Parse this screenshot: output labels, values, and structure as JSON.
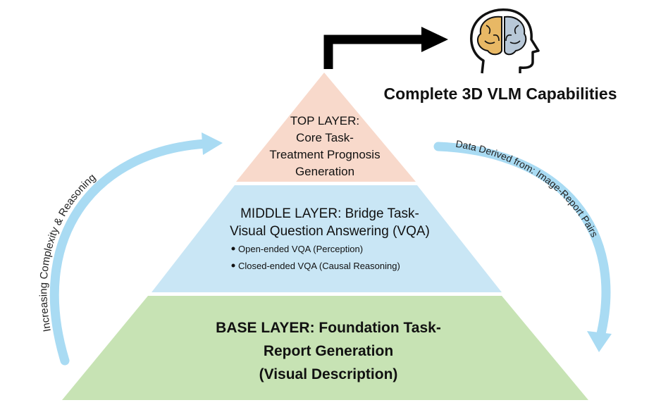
{
  "capability_label": "Complete 3D VLM Capabilities",
  "left_arrow_label": "Increasing Complexity & Reasoning",
  "right_arrow_label": "Data Derived from: Image-Report Pairs",
  "top_layer": {
    "line1": "TOP LAYER:",
    "line2": "Core Task-",
    "line3": "Treatment Prognosis",
    "line4": "Generation"
  },
  "middle_layer": {
    "line1": "MIDDLE LAYER: Bridge Task-",
    "line2": "Visual Question Answering (VQA)",
    "bullets": [
      "Open-ended VQA (Perception)",
      "Closed-ended VQA (Causal Reasoning)"
    ]
  },
  "base_layer": {
    "line1": "BASE LAYER: Foundation Task-",
    "line2": "Report Generation",
    "line3": "(Visual Description)"
  },
  "colors": {
    "top_fill": "#f8d9cb",
    "middle_fill": "#c9e6f5",
    "base_fill": "#c7e3b4",
    "curved_arrow": "#a9dbf3",
    "black_arrow": "#000000",
    "brain_left": "#e8b865",
    "brain_right": "#b8c8d8"
  },
  "icons": [
    "brain-head-icon",
    "black-elbow-arrow-icon",
    "curved-arrow-left-icon",
    "curved-arrow-right-icon"
  ]
}
